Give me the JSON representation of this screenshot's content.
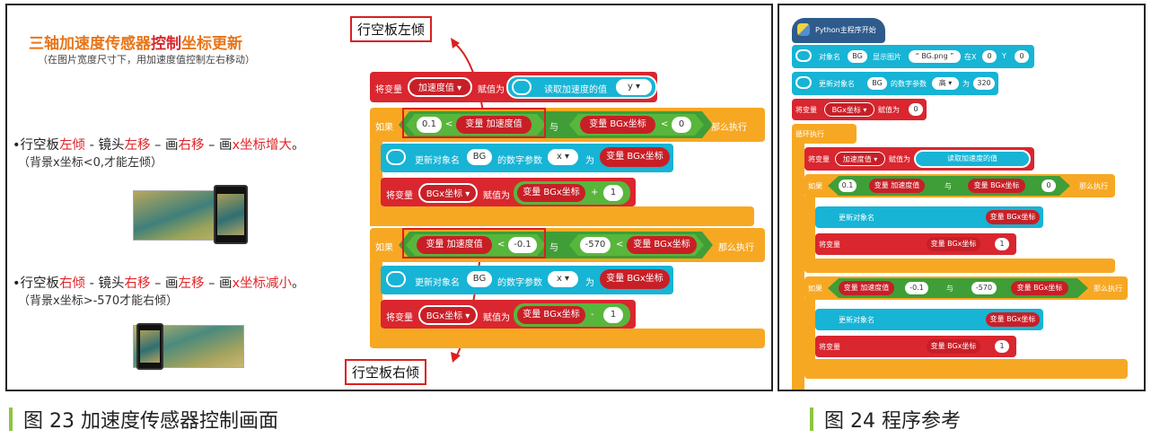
{
  "left": {
    "title_part1": "三轴加速度传感器",
    "title_part2": "控制",
    "title_part3": "坐标更新",
    "subtitle": "（在图片宽度尺寸下，用加速度值控制左右移动）",
    "line1": {
      "a": "•行空板",
      "b": "左倾",
      "c": " - 镜头",
      "d": "左移",
      "e": " – 画",
      "f": "右移",
      "g": " – 画",
      "h": "x坐标增大",
      "i": "。"
    },
    "line1_sub": "（背景x坐标<0,才能左倾）",
    "line2": {
      "a": "•行空板",
      "b": "右倾",
      "c": " - 镜头",
      "d": "右移",
      "e": " – 画",
      "f": "左移",
      "g": " – 画",
      "h": "x坐标减小",
      "i": "。"
    },
    "line2_sub": "（背景x坐标>-570才能右倾）",
    "callout_top": "行空板左倾",
    "callout_bottom": "行空板右倾"
  },
  "fig23": {
    "set_var": "将变量",
    "var_name": "加速度值 ▾",
    "assign": "赋值为",
    "read_accel": "读取加速度的值",
    "axis": "y ▾",
    "if": "如果",
    "then": "那么执行",
    "num_01": "0.1",
    "lt": "<",
    "var_accel": "变量 加速度值",
    "and": "与",
    "var_bgx": "变量 BGx坐标",
    "num_0": "0",
    "update_obj": "更新对象名",
    "bg": "BG",
    "num_param": "的数字参数",
    "x_sel": "x ▾",
    "as": "为",
    "bgx_sel": "BGx坐标 ▾",
    "plus": "+",
    "minus": "-",
    "num_1": "1",
    "num_neg01": "-0.1",
    "num_neg570": "-570"
  },
  "fig24": {
    "start": "Python主程序开始",
    "obj": "对象名",
    "show_img": "显示图片",
    "img": "“ BG.png ”",
    "at_x": "在X",
    "zero": "0",
    "y": "Y",
    "update": "更新对象名",
    "num_param": "的数字参数",
    "height": "高 ▾",
    "as": "为",
    "h320": "320",
    "set": "将变量",
    "bgx_sel": "BGx坐标 ▾",
    "assign": "赋值为",
    "loop": "循环执行"
  },
  "captions": {
    "fig23": "图 23  加速度传感器控制画面",
    "fig24": "图 24  程序参考"
  }
}
